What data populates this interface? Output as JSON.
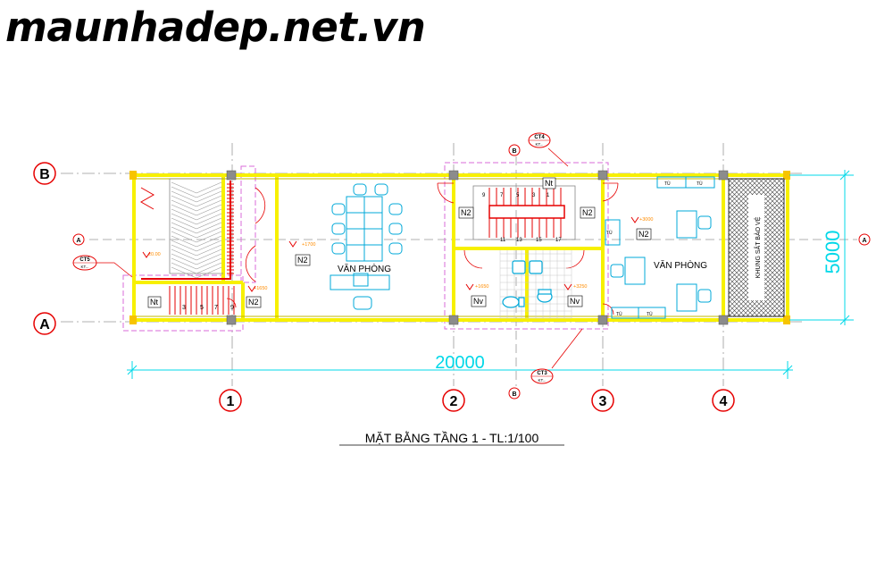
{
  "watermark": "maunhadep.net.vn",
  "title": "MẶT BẰNG TẦNG 1 - TL:1/100",
  "colors": {
    "wall": "#f7f000",
    "red": "#e60000",
    "magenta": "#d86bd8",
    "cyan": "#00d8e8",
    "column": "#8c8c8c",
    "gridline": "#999999",
    "bubble": "#e60000",
    "text": "#000000",
    "orange": "#ff8c00"
  },
  "axes": {
    "rows": [
      "A",
      "B"
    ],
    "columns": [
      "1",
      "2",
      "3",
      "4"
    ]
  },
  "dimensions": {
    "total_length": "20000",
    "total_width": "5000"
  },
  "section_marks": {
    "A_left": "A",
    "A_right": "A",
    "B_top": "B",
    "B_bottom": "B"
  },
  "callouts": {
    "ct4_label": "CT4",
    "ct4_sub": "KT...",
    "ct5_label": "CT5",
    "ct5_sub": "KT...",
    "ct3_label": "CT3",
    "ct3_sub": "KT..."
  },
  "rooms": {
    "office_1": "VĂN PHÒNG",
    "office_2": "VĂN PHÒNG",
    "frame_label": "KHUNG SẮT BẢO VỆ"
  },
  "tags": {
    "n2_a": "N2",
    "n2_b": "N2",
    "n2_c": "N2",
    "n2_d": "N2",
    "n2_e": "N2",
    "nt_a": "Nt",
    "nt_b": "Nt",
    "nv_a": "Nv",
    "nv_b": "Nv"
  },
  "levels": {
    "l0": "±0.00",
    "l1": "+1650",
    "l2": "+1700",
    "l3": "+3000",
    "l4": "+1650",
    "l5": "+3250"
  },
  "stair_numbers": {
    "lower": [
      "3",
      "5",
      "7",
      "9"
    ],
    "upper_top": [
      "9",
      "7",
      "5",
      "3",
      "1"
    ],
    "upper_bottom": [
      "11",
      "13",
      "15",
      "17"
    ]
  },
  "cabinet_labels": {
    "top_1": "TỦ",
    "top_2": "TỦ",
    "side": "TỦ",
    "bottom_1": "TỦ",
    "bottom_2": "TỦ"
  }
}
